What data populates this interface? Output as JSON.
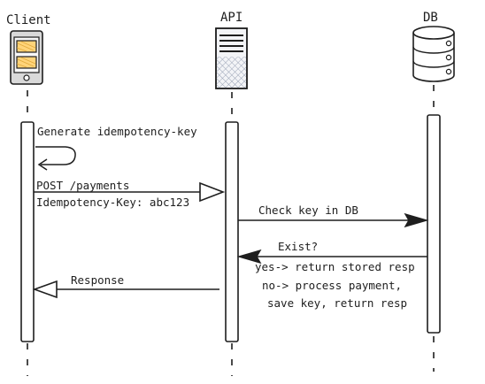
{
  "participants": {
    "client": "Client",
    "api": "API",
    "db": "DB"
  },
  "messages": {
    "generate_key": "Generate idempotency-key",
    "post_line1": "POST /payments",
    "post_line2": "Idempotency-Key: abc123",
    "check_key": "Check key in DB",
    "exist": "Exist?",
    "result_line1": "yes-> return stored resp",
    "result_line2": "no-> process payment,",
    "result_line3": "save key, return resp",
    "response": "Response"
  },
  "icons": {
    "client": "mobile-phone-icon",
    "api": "server-icon",
    "db": "database-icon"
  },
  "colors": {
    "stroke": "#1e1e1e",
    "phone_body": "#d9d9d9",
    "phone_tile": "#ffd47a",
    "server_hatch": "#9aa3b5"
  }
}
